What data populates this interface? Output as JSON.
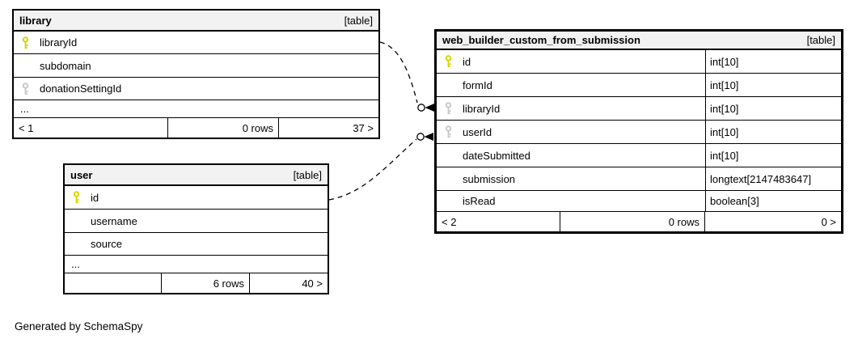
{
  "colors": {
    "primary_key": "#d6d600",
    "foreign_key": "#c8c8c8",
    "header_bg": "#f2f2f2",
    "border": "#000000"
  },
  "caption": "Generated by SchemaSpy",
  "tables": [
    {
      "name": "library",
      "badge": "[table]",
      "columns": [
        {
          "name": "libraryId",
          "key": "primary"
        },
        {
          "name": "subdomain",
          "key": "none"
        },
        {
          "name": "donationSettingId",
          "key": "foreign"
        }
      ],
      "ellipsis": "...",
      "footer": {
        "left": "< 1",
        "middle": "0 rows",
        "right": "37 >"
      }
    },
    {
      "name": "user",
      "badge": "[table]",
      "columns": [
        {
          "name": "id",
          "key": "primary"
        },
        {
          "name": "username",
          "key": "none"
        },
        {
          "name": "source",
          "key": "none"
        }
      ],
      "ellipsis": "...",
      "footer": {
        "left": "",
        "middle": "6 rows",
        "right": "40 >"
      }
    },
    {
      "name": "web_builder_custom_from_submission",
      "badge": "[table]",
      "columns": [
        {
          "name": "id",
          "type": "int[10]",
          "key": "primary"
        },
        {
          "name": "formId",
          "type": "int[10]",
          "key": "none"
        },
        {
          "name": "libraryId",
          "type": "int[10]",
          "key": "foreign"
        },
        {
          "name": "userId",
          "type": "int[10]",
          "key": "foreign"
        },
        {
          "name": "dateSubmitted",
          "type": "int[10]",
          "key": "none"
        },
        {
          "name": "submission",
          "type": "longtext[2147483647]",
          "key": "none"
        },
        {
          "name": "isRead",
          "type": "boolean[3]",
          "key": "none"
        }
      ],
      "footer": {
        "left": "< 2",
        "middle": "0 rows",
        "right": "0 >"
      }
    }
  ],
  "relationships": [
    {
      "from": "library.libraryId",
      "to": "web_builder_custom_from_submission.libraryId"
    },
    {
      "from": "user.id",
      "to": "web_builder_custom_from_submission.userId"
    }
  ]
}
